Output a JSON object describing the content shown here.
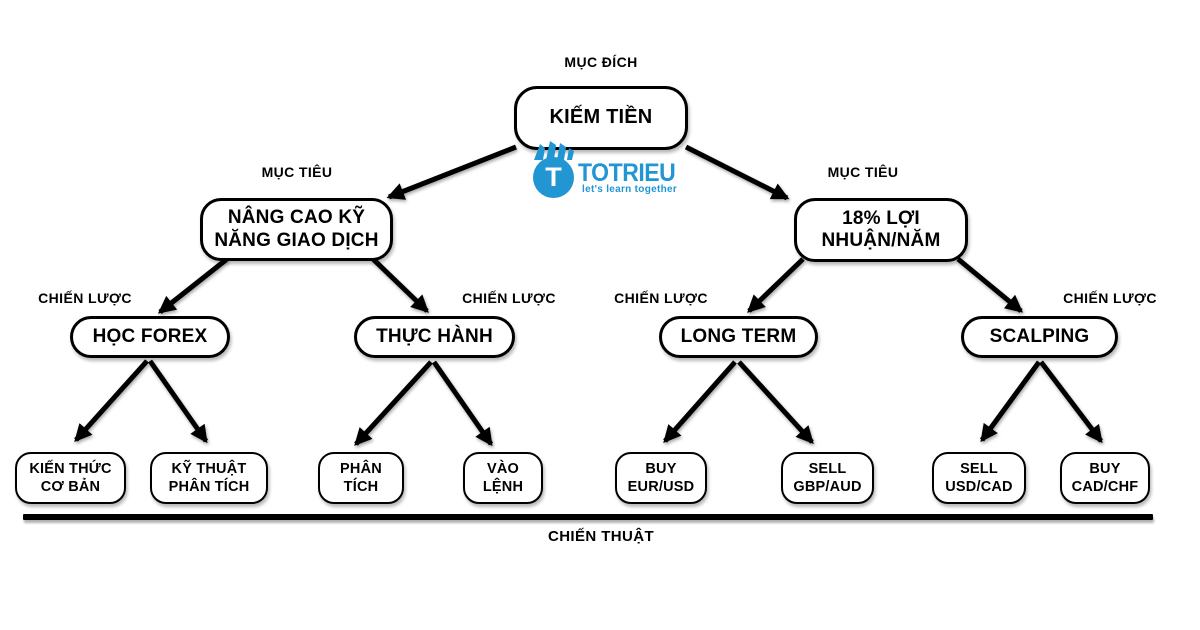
{
  "canvas": {
    "background": "#ffffff",
    "arrow_color": "#000000",
    "brand_blue": "#2196d3"
  },
  "logo": {
    "brand": "TOTRIEU",
    "tagline": "let's learn together",
    "initial": "T"
  },
  "levels": {
    "purpose_label": "MỤC ĐÍCH",
    "objective_label_left": "MỤC TIÊU",
    "objective_label_right": "MỤC TIÊU",
    "strategy_labels": [
      "CHIẾN LƯỢC",
      "CHIẾN LƯỢC",
      "CHIẾN LƯỢC",
      "CHIẾN LƯỢC"
    ],
    "tactic_label": "CHIẾN THUẬT"
  },
  "nodes": {
    "root": {
      "label": "KIẾM TIỀN"
    },
    "skill": {
      "label": "NÂNG CAO KỸ\nNĂNG GIAO DỊCH"
    },
    "profit": {
      "label": "18% LỢI\nNHUẬN/NĂM"
    },
    "hoc_forex": {
      "label": "HỌC FOREX"
    },
    "thuc_hanh": {
      "label": "THỰC HÀNH"
    },
    "long_term": {
      "label": "LONG TERM"
    },
    "scalping": {
      "label": "SCALPING"
    },
    "kien_thuc": {
      "label": "KIẾN THỨC\nCƠ BẢN"
    },
    "ky_thuat": {
      "label": "KỸ THUẬT\nPHÂN TÍCH"
    },
    "phan_tich": {
      "label": "PHÂN\nTÍCH"
    },
    "vao_lenh": {
      "label": "VÀO\nLỆNH"
    },
    "buy_eurusd": {
      "label": "BUY\nEUR/USD"
    },
    "sell_gbpaud": {
      "label": "SELL\nGBP/AUD"
    },
    "sell_usdcad": {
      "label": "SELL\nUSD/CAD"
    },
    "buy_cadchf": {
      "label": "BUY\nCAD/CHF"
    }
  }
}
